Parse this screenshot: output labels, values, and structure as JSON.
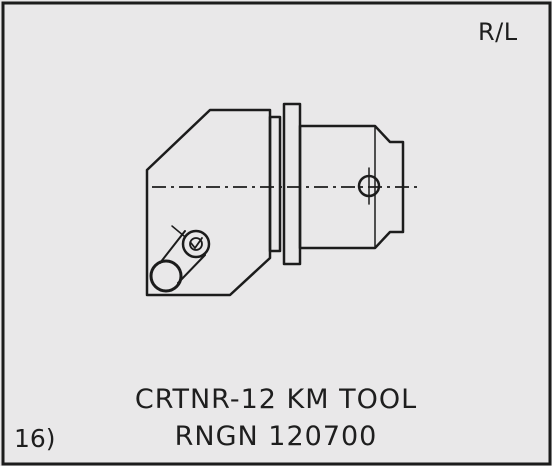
{
  "drawing": {
    "variant_label": "R/L",
    "title": "CRTNR-12 KM TOOL",
    "insert": "RNGN 120700",
    "item_number": "16)"
  },
  "colors": {
    "paper": "#e9e8e9",
    "ink": "#1c1c1c"
  }
}
